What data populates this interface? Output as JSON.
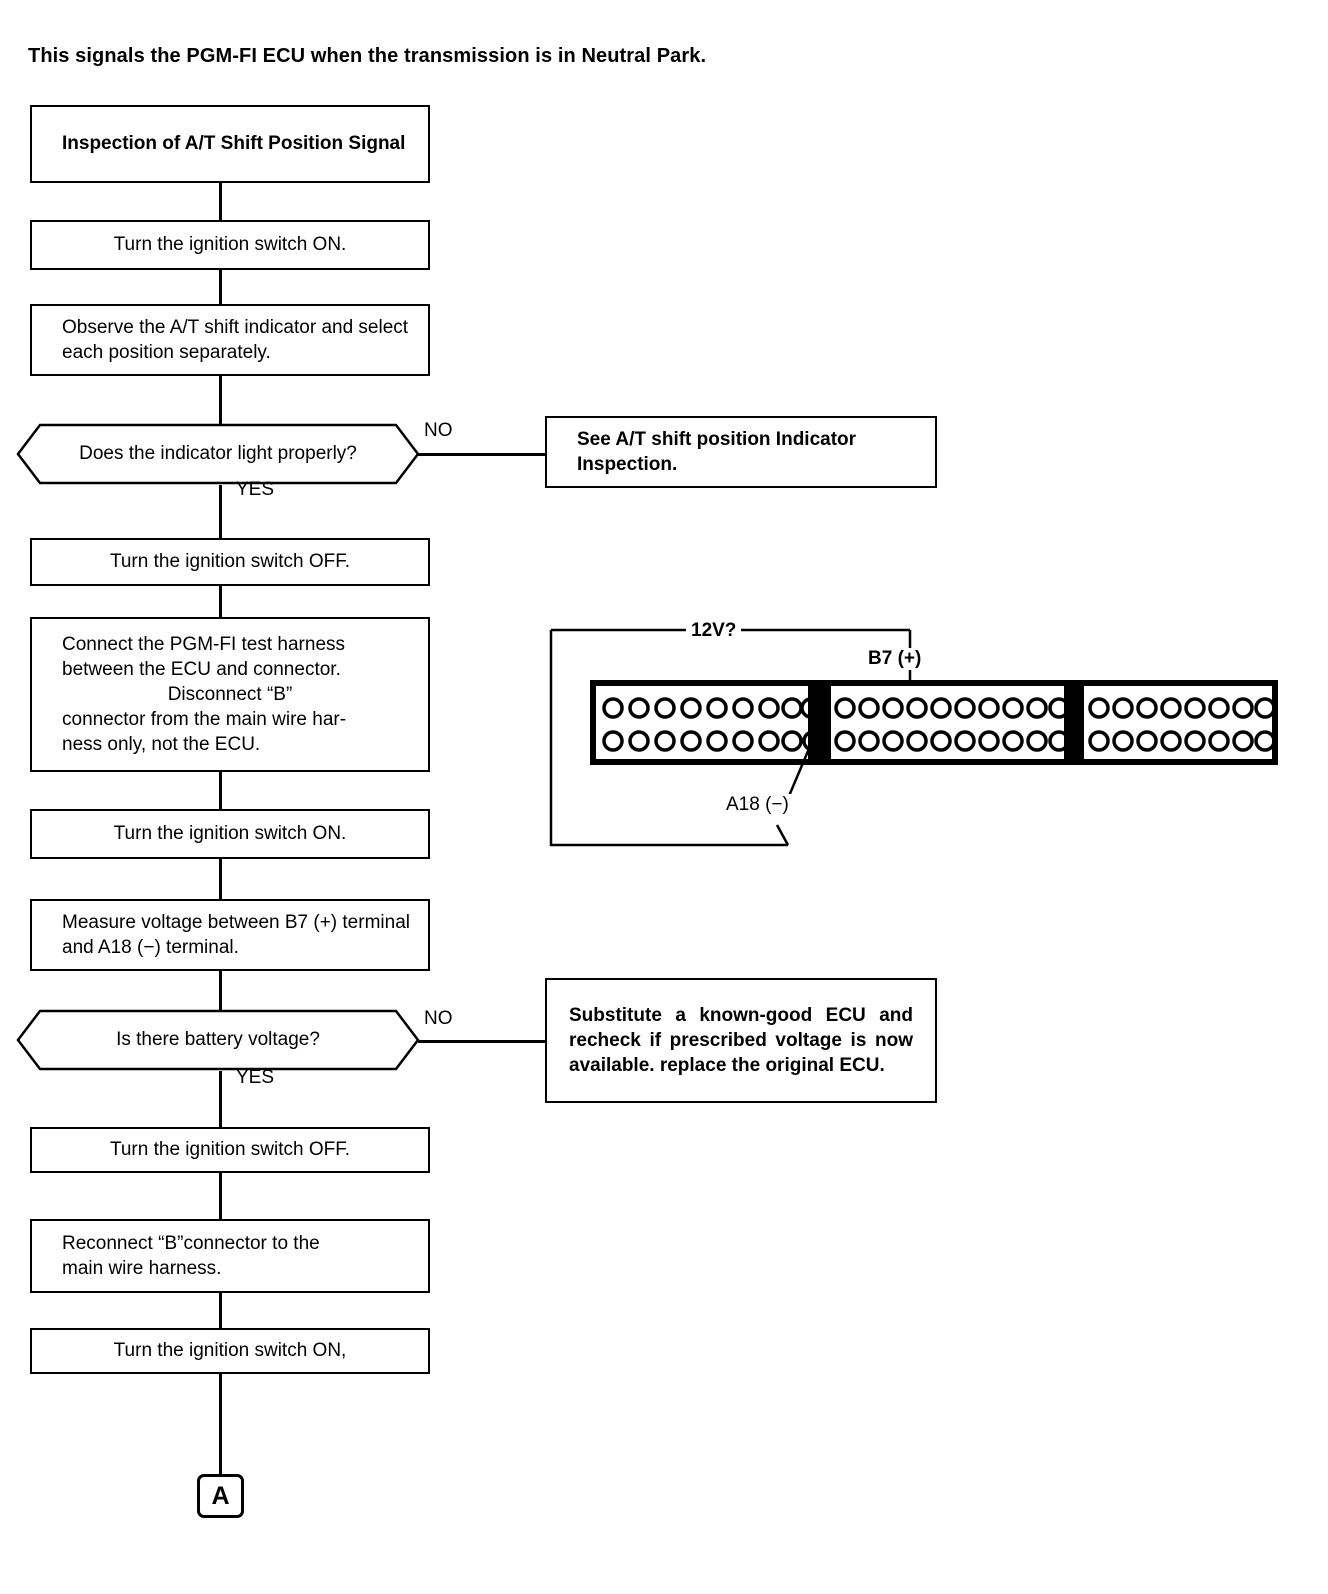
{
  "document": {
    "intro_text": "This signals the PGM-FI ECU when the transmission is in Neutral Park."
  },
  "flow": {
    "title_box": "Inspection of A/T Shift Position Signal",
    "steps": [
      {
        "id": "ign-on-1",
        "text": "Turn the ignition switch ON."
      },
      {
        "id": "observe",
        "text": "Observe the A/T shift indicator and select each position separately."
      },
      {
        "id": "ign-off-1",
        "text": "Turn the ignition switch OFF."
      },
      {
        "id": "connect-harness",
        "text": "Connect the PGM-FI test harness between the ECU and connector.     Disconnect  “B” connector from the main wire harness only, not the ECU."
      },
      {
        "id": "ign-on-2",
        "text": "Turn the ignition switch ON."
      },
      {
        "id": "measure",
        "text": "Measure voltage between B7 (+) terminal and A18 (−) terminal."
      },
      {
        "id": "ign-off-2",
        "text": "Turn the ignition switch OFF."
      },
      {
        "id": "reconnect",
        "text": "Reconnect  “B”connector  to  the main wire harness."
      },
      {
        "id": "ign-on-3",
        "text": "Turn the ignition switch ON,"
      }
    ],
    "harness_lines": [
      "Connect the PGM-FI test harness",
      "between the ECU and connector.",
      "Disconnect  “B”",
      "connector from the main wire har-",
      "ness only, not the ECU."
    ],
    "reconnect_lines": [
      "Reconnect  “B”connector  to  the",
      "main wire harness."
    ],
    "decisions": [
      {
        "id": "indicator-ok",
        "question": "Does the indicator light properly?",
        "yes_label": "YES",
        "no_label": "NO"
      },
      {
        "id": "battery-voltage",
        "question": "Is there battery voltage?",
        "yes_label": "YES",
        "no_label": "NO"
      }
    ],
    "outcomes": [
      {
        "id": "see-indicator-inspection",
        "text": "See A/T shift position Indicator Inspection."
      },
      {
        "id": "substitute-ecu",
        "text": "Substitute a known-good ECU and recheck if prescribed voltage is now available. replace the original ECU."
      }
    ],
    "terminator": "A"
  },
  "connector_diagram": {
    "voltage_label": "12V?",
    "positive_terminal": "B7 (+)",
    "negative_terminal": "A18 (−)",
    "blocks": [
      {
        "id": "block-a",
        "pins_per_row": 9,
        "rows": 2
      },
      {
        "id": "block-b",
        "pins_per_row": 10,
        "rows": 2
      },
      {
        "id": "block-c",
        "pins_per_row": 8,
        "rows": 2
      }
    ],
    "probe_positive_block": 1,
    "probe_positive_pin": 4,
    "probe_negative_block": 0,
    "probe_negative_pin": 9
  },
  "colors": {
    "ink": "#000000",
    "paper": "#ffffff"
  }
}
